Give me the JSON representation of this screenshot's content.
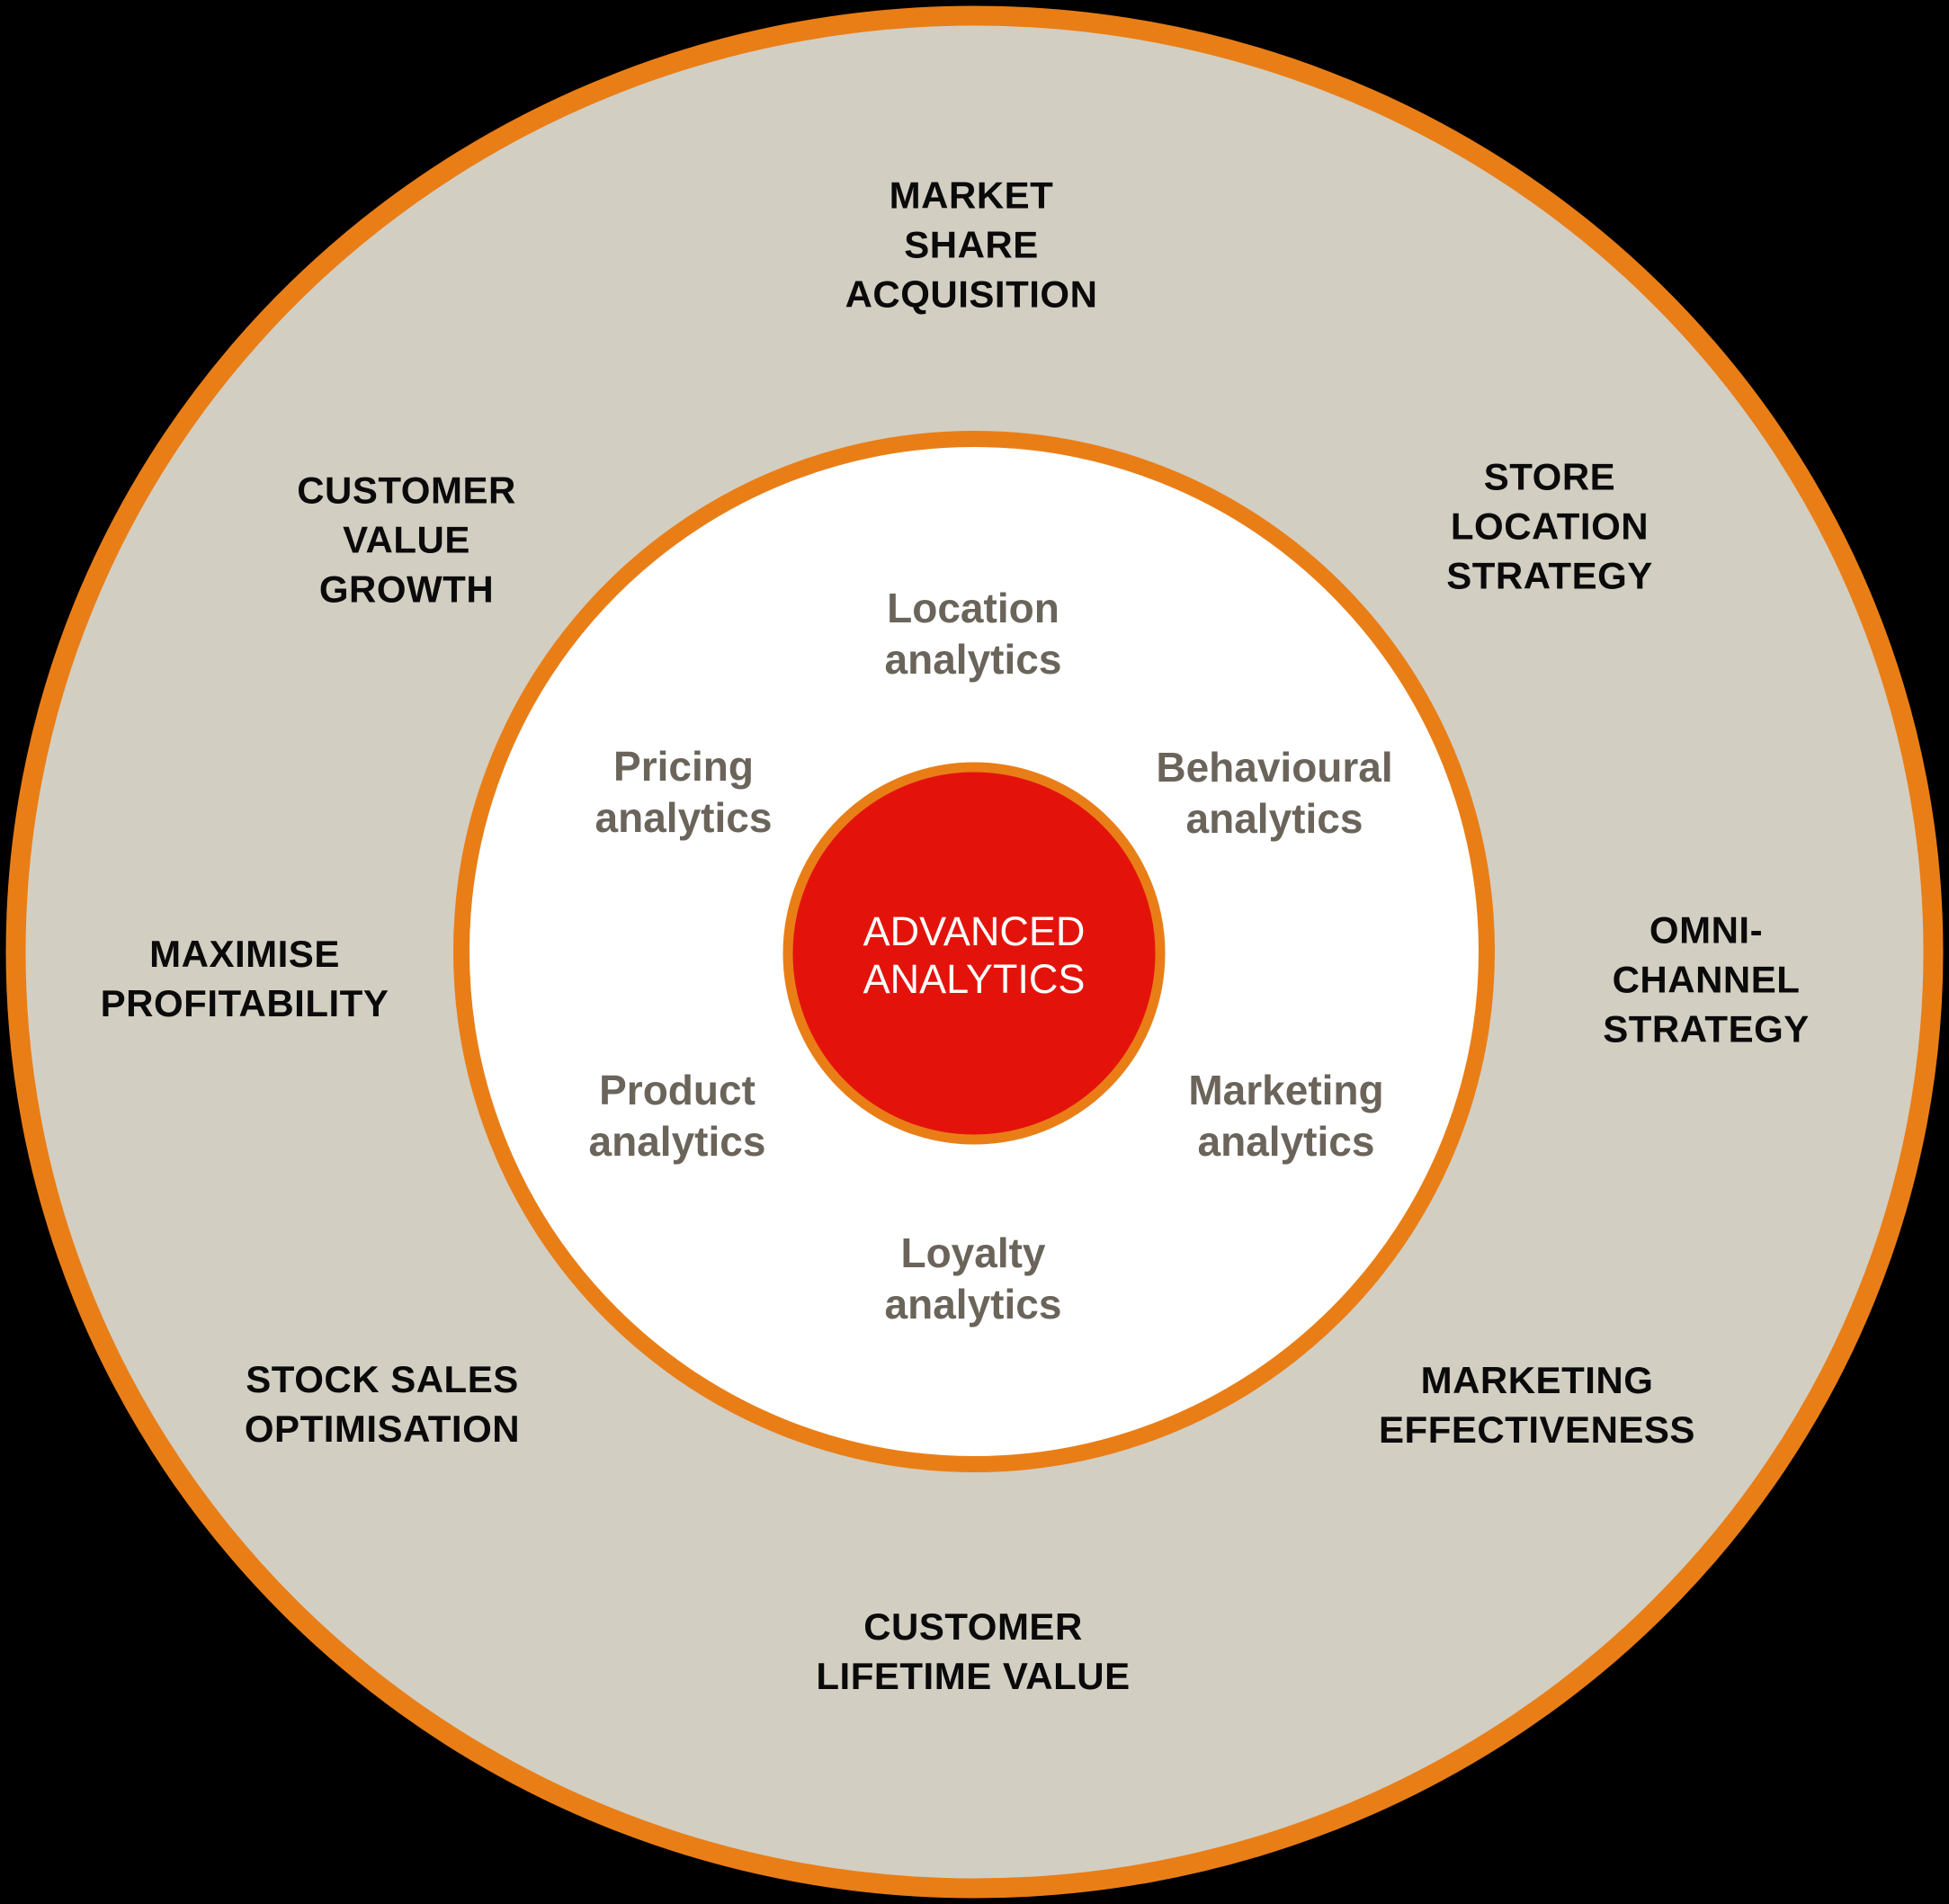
{
  "diagram": {
    "center": {
      "label": "ADVANCED\nANALYTICS"
    },
    "inner_ring": {
      "items": [
        {
          "label": "Location\nanalytics"
        },
        {
          "label": "Behavioural\nanalytics"
        },
        {
          "label": "Marketing\nanalytics"
        },
        {
          "label": "Loyalty\nanalytics"
        },
        {
          "label": "Product\nanalytics"
        },
        {
          "label": "Pricing\nanalytics"
        }
      ]
    },
    "outer_ring": {
      "items": [
        {
          "label": "MARKET\nSHARE\nACQUISITION"
        },
        {
          "label": "STORE\nLOCATION\nSTRATEGY"
        },
        {
          "label": "OMNI-CHANNEL\nSTRATEGY"
        },
        {
          "label": "MARKETING\nEFFECTIVENESS"
        },
        {
          "label": "CUSTOMER\nLIFETIME VALUE"
        },
        {
          "label": "STOCK SALES\nOPTIMISATION"
        },
        {
          "label": "MAXIMISE\nPROFITABILITY"
        },
        {
          "label": "CUSTOMER\nVALUE\nGROWTH"
        }
      ]
    }
  },
  "colors": {
    "color-background": "#000000",
    "color-orange": "#E97E17",
    "color-red": "#E3130B",
    "color-ring-fill": "#D3CEC2",
    "color-inner-fill": "#FFFFFF",
    "color-outer-text": "#0A0A0A",
    "color-inner-text": "#6A645B",
    "color-center-text": "#FFFFFF"
  }
}
